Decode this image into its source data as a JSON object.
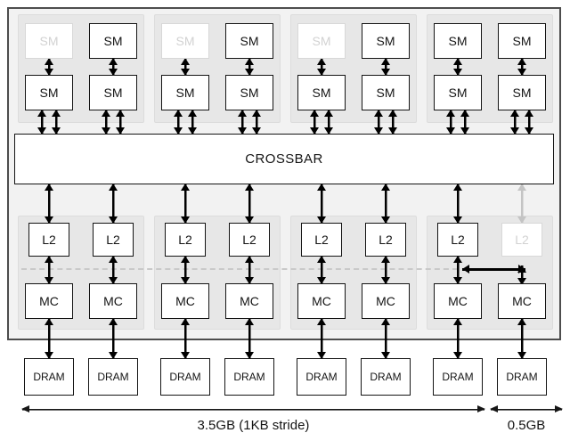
{
  "crossbar": {
    "label": "CROSSBAR"
  },
  "sm_clusters": [
    {
      "sms": [
        {
          "label": "SM",
          "state": "disabled"
        },
        {
          "label": "SM",
          "state": "enabled"
        },
        {
          "label": "SM",
          "state": "enabled"
        },
        {
          "label": "SM",
          "state": "enabled"
        }
      ]
    },
    {
      "sms": [
        {
          "label": "SM",
          "state": "disabled"
        },
        {
          "label": "SM",
          "state": "enabled"
        },
        {
          "label": "SM",
          "state": "enabled"
        },
        {
          "label": "SM",
          "state": "enabled"
        }
      ]
    },
    {
      "sms": [
        {
          "label": "SM",
          "state": "disabled"
        },
        {
          "label": "SM",
          "state": "enabled"
        },
        {
          "label": "SM",
          "state": "enabled"
        },
        {
          "label": "SM",
          "state": "enabled"
        }
      ]
    },
    {
      "sms": [
        {
          "label": "SM",
          "state": "enabled"
        },
        {
          "label": "SM",
          "state": "enabled"
        },
        {
          "label": "SM",
          "state": "enabled"
        },
        {
          "label": "SM",
          "state": "enabled"
        }
      ]
    }
  ],
  "memory_partitions": [
    {
      "l2": [
        {
          "label": "L2",
          "state": "enabled"
        },
        {
          "label": "L2",
          "state": "enabled"
        }
      ],
      "mc": [
        {
          "label": "MC"
        },
        {
          "label": "MC"
        }
      ]
    },
    {
      "l2": [
        {
          "label": "L2",
          "state": "enabled"
        },
        {
          "label": "L2",
          "state": "enabled"
        }
      ],
      "mc": [
        {
          "label": "MC"
        },
        {
          "label": "MC"
        }
      ]
    },
    {
      "l2": [
        {
          "label": "L2",
          "state": "enabled"
        },
        {
          "label": "L2",
          "state": "enabled"
        }
      ],
      "mc": [
        {
          "label": "MC"
        },
        {
          "label": "MC"
        }
      ]
    },
    {
      "l2": [
        {
          "label": "L2",
          "state": "enabled"
        },
        {
          "label": "L2",
          "state": "disabled"
        }
      ],
      "mc": [
        {
          "label": "MC"
        },
        {
          "label": "MC"
        }
      ]
    }
  ],
  "dram_modules": [
    {
      "label": "DRAM"
    },
    {
      "label": "DRAM"
    },
    {
      "label": "DRAM"
    },
    {
      "label": "DRAM"
    },
    {
      "label": "DRAM"
    },
    {
      "label": "DRAM"
    },
    {
      "label": "DRAM"
    },
    {
      "label": "DRAM"
    }
  ],
  "memory_regions": {
    "large": "3.5GB (1KB stride)",
    "small": "0.5GB"
  },
  "colors": {
    "outer_fill": "#f2f2f2",
    "group_fill": "#e7e7e7",
    "box_border": "#141414",
    "disabled_gray": "#d2d2d2",
    "arrow_black": "#000000",
    "arrow_gray": "#c4c4c4"
  }
}
